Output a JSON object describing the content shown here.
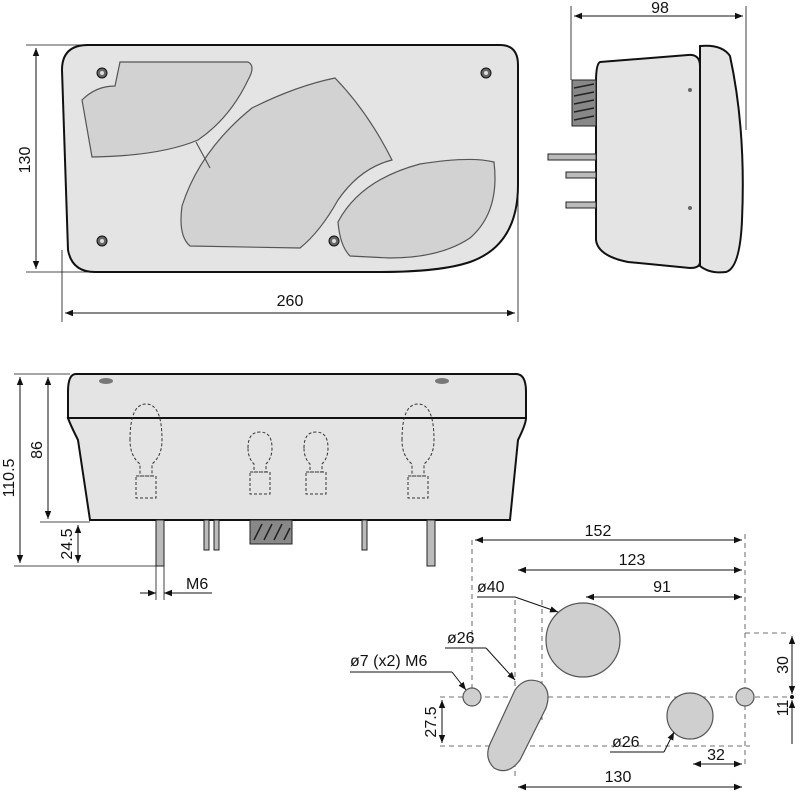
{
  "diagram": {
    "front_view": {
      "width_label": "260",
      "height_label": "130"
    },
    "side_view": {
      "depth_label": "98"
    },
    "bottom_view": {
      "overall_height_label": "110.5",
      "body_height_label": "86",
      "pin_length_label": "24.5",
      "thread_label": "M6"
    },
    "hole_pattern": {
      "dim_152": "152",
      "dim_123": "123",
      "dim_91": "91",
      "dim_130": "130",
      "dim_32": "32",
      "dim_30": "30",
      "dim_11": "11",
      "dim_27_5": "27.5",
      "dia_40": "ø40",
      "dia_26_top": "ø26",
      "dia_26_bottom": "ø26",
      "dia_7": "ø7 (x2) M6"
    }
  }
}
